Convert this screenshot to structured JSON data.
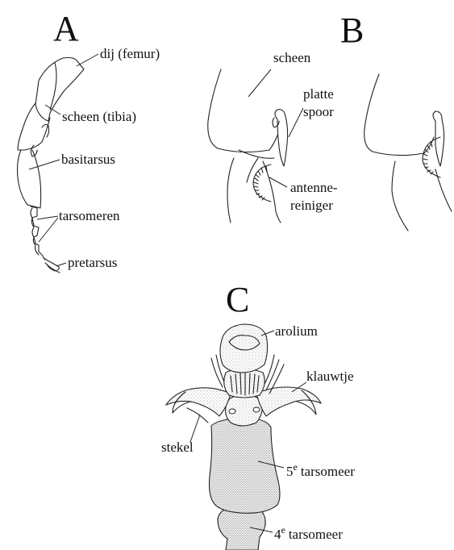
{
  "panels": {
    "a": {
      "letter": "A",
      "labels": {
        "femur": "dij (femur)",
        "tibia": "scheen (tibia)",
        "basitarsus": "basitarsus",
        "tarsomeres": "tarsomeren",
        "pretarsus": "pretarsus"
      }
    },
    "b": {
      "letter": "B",
      "labels": {
        "tibia": "scheen",
        "spur_line1": "platte",
        "spur_line2": "spoor",
        "cleaner_line1": "antenne-",
        "cleaner_line2": "reiniger"
      }
    },
    "c": {
      "letter": "C",
      "labels": {
        "arolium": "arolium",
        "claw": "klauwtje",
        "seta": "stekel",
        "t5_num": "5",
        "t5_sup": "e",
        "t5_word": "tarsomeer",
        "t4_num": "4",
        "t4_sup": "e",
        "t4_word": "tarsomeer"
      }
    }
  }
}
